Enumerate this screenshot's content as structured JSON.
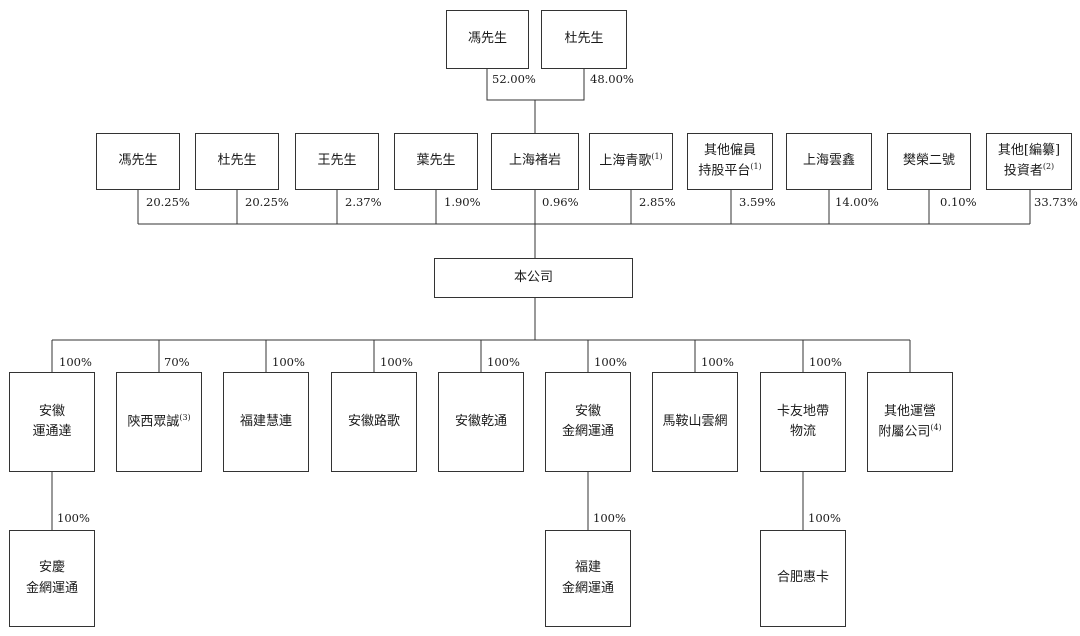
{
  "top_shareholders": [
    {
      "name": "馮先生",
      "pct": "52.00%"
    },
    {
      "name": "杜先生",
      "pct": "48.00%"
    }
  ],
  "shareholders": [
    {
      "name": "馮先生",
      "note": "",
      "pct": "20.25%"
    },
    {
      "name": "杜先生",
      "note": "",
      "pct": "20.25%"
    },
    {
      "name": "王先生",
      "note": "",
      "pct": "2.37%"
    },
    {
      "name": "葉先生",
      "note": "",
      "pct": "1.90%"
    },
    {
      "name": "上海褚岩",
      "note": "",
      "pct": "0.96%"
    },
    {
      "name": "上海青歌",
      "note": "(1)",
      "pct": "2.85%"
    },
    {
      "name": "其他僱員\n持股平台",
      "note": "(1)",
      "pct": "3.59%"
    },
    {
      "name": "上海雲鑫",
      "note": "",
      "pct": "14.00%"
    },
    {
      "name": "樊榮二號",
      "note": "",
      "pct": "0.10%"
    },
    {
      "name": "其他[編纂]\n投資者",
      "note": "(2)",
      "pct": "33.73%"
    }
  ],
  "company": {
    "name": "本公司"
  },
  "subsidiaries": [
    {
      "name": "安徽\n運通達",
      "note": "",
      "pct": "100%"
    },
    {
      "name": "陝西眾誠",
      "note": "(3)",
      "pct": "70%"
    },
    {
      "name": "福建慧連",
      "note": "",
      "pct": "100%"
    },
    {
      "name": "安徽路歌",
      "note": "",
      "pct": "100%"
    },
    {
      "name": "安徽乾通",
      "note": "",
      "pct": "100%"
    },
    {
      "name": "安徽\n金網運通",
      "note": "",
      "pct": "100%"
    },
    {
      "name": "馬鞍山雲網",
      "note": "",
      "pct": "100%"
    },
    {
      "name": "卡友地帶\n物流",
      "note": "",
      "pct": "100%"
    },
    {
      "name": "其他運營\n附屬公司",
      "note": "(4)",
      "pct": ""
    }
  ],
  "sub_subsidiaries": [
    {
      "name": "安慶\n金網運通",
      "note": "",
      "pct": "100%"
    },
    {
      "name": "福建\n金網運通",
      "note": "",
      "pct": "100%"
    },
    {
      "name": "合肥惠卡",
      "note": "",
      "pct": "100%"
    }
  ]
}
